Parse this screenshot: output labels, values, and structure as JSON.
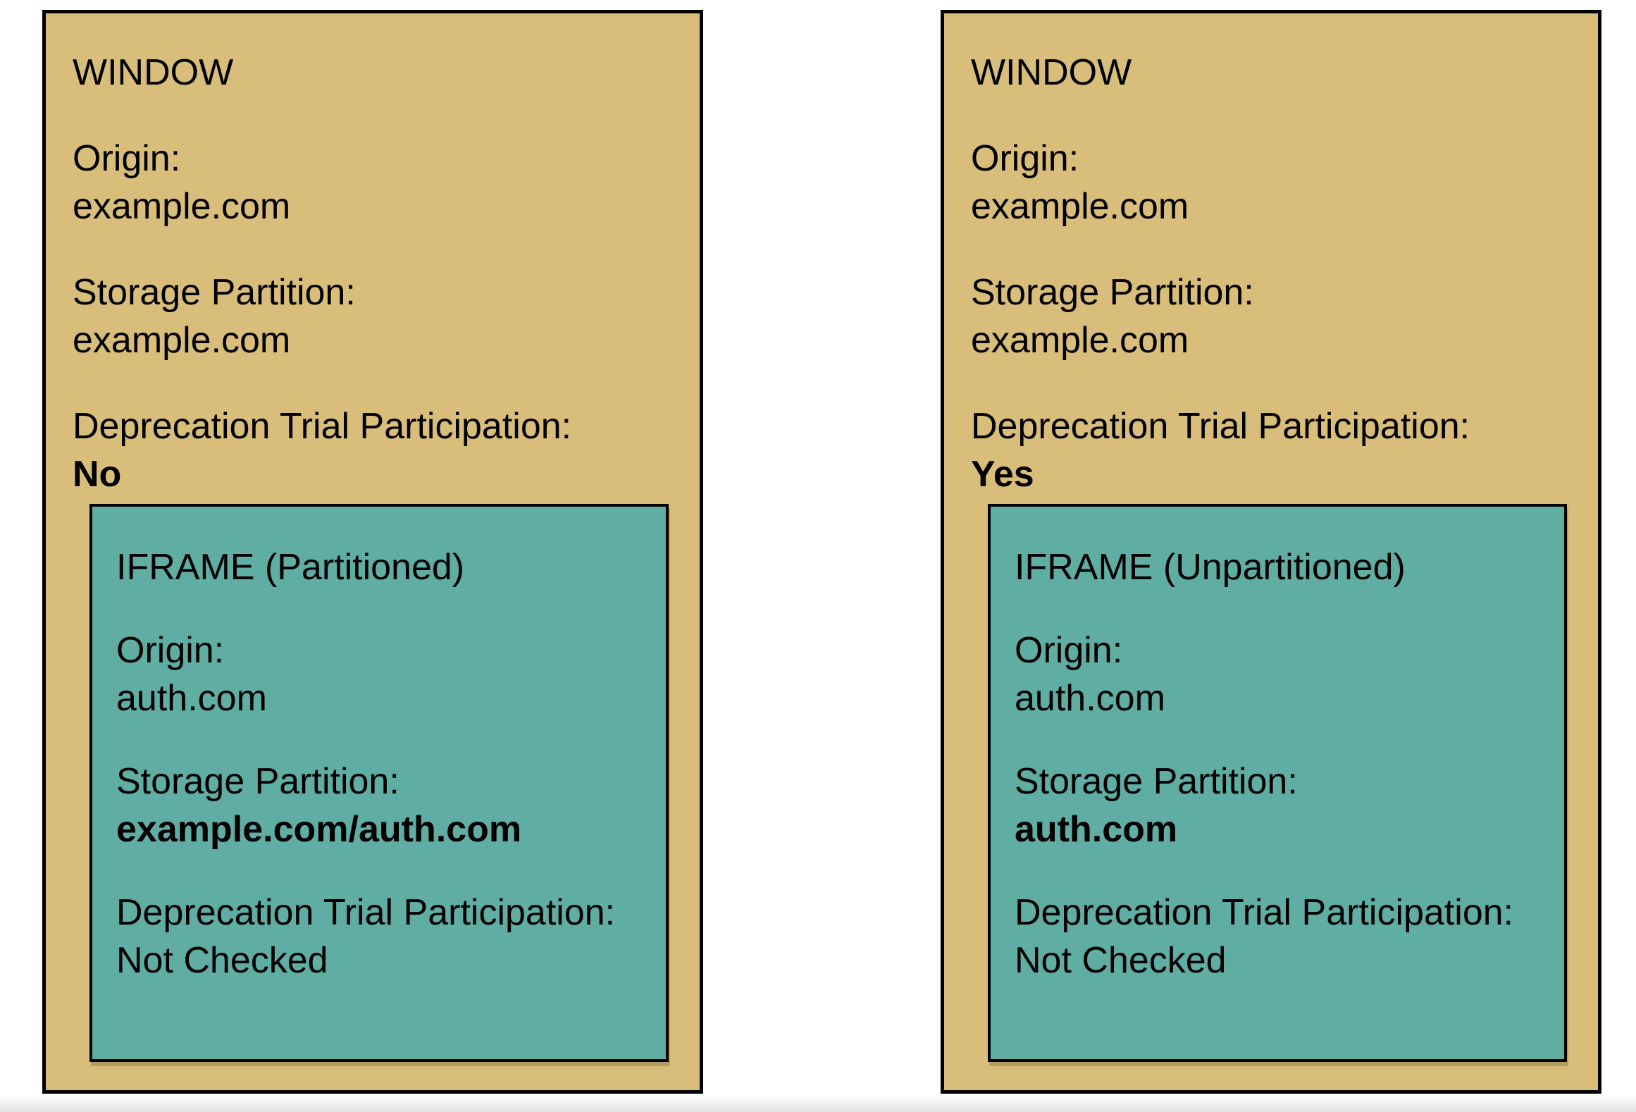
{
  "colors": {
    "page_bg": "#ffffff",
    "window_fill": "#d9bd7a",
    "iframe_fill": "#5fada3",
    "border": "#000000",
    "text": "#000000"
  },
  "windows": [
    {
      "title": "WINDOW",
      "fields": [
        {
          "label": "Origin:",
          "value": "example.com"
        },
        {
          "label": "Storage Partition:",
          "value": "example.com"
        },
        {
          "label": "Deprecation Trial Participation:",
          "value": "No"
        }
      ],
      "iframe": {
        "title": "IFRAME (Partitioned)",
        "fields": [
          {
            "label": "Origin:",
            "value": "auth.com"
          },
          {
            "label": "Storage Partition:",
            "value": "example.com/auth.com"
          },
          {
            "label": "Deprecation Trial Participation:",
            "value": "Not Checked"
          }
        ]
      }
    },
    {
      "title": "WINDOW",
      "fields": [
        {
          "label": "Origin:",
          "value": "example.com"
        },
        {
          "label": "Storage Partition:",
          "value": "example.com"
        },
        {
          "label": "Deprecation Trial Participation:",
          "value": "Yes"
        }
      ],
      "iframe": {
        "title": "IFRAME (Unpartitioned)",
        "fields": [
          {
            "label": "Origin:",
            "value": "auth.com"
          },
          {
            "label": "Storage Partition:",
            "value": "auth.com"
          },
          {
            "label": "Deprecation Trial Participation:",
            "value": "Not Checked"
          }
        ]
      }
    }
  ]
}
